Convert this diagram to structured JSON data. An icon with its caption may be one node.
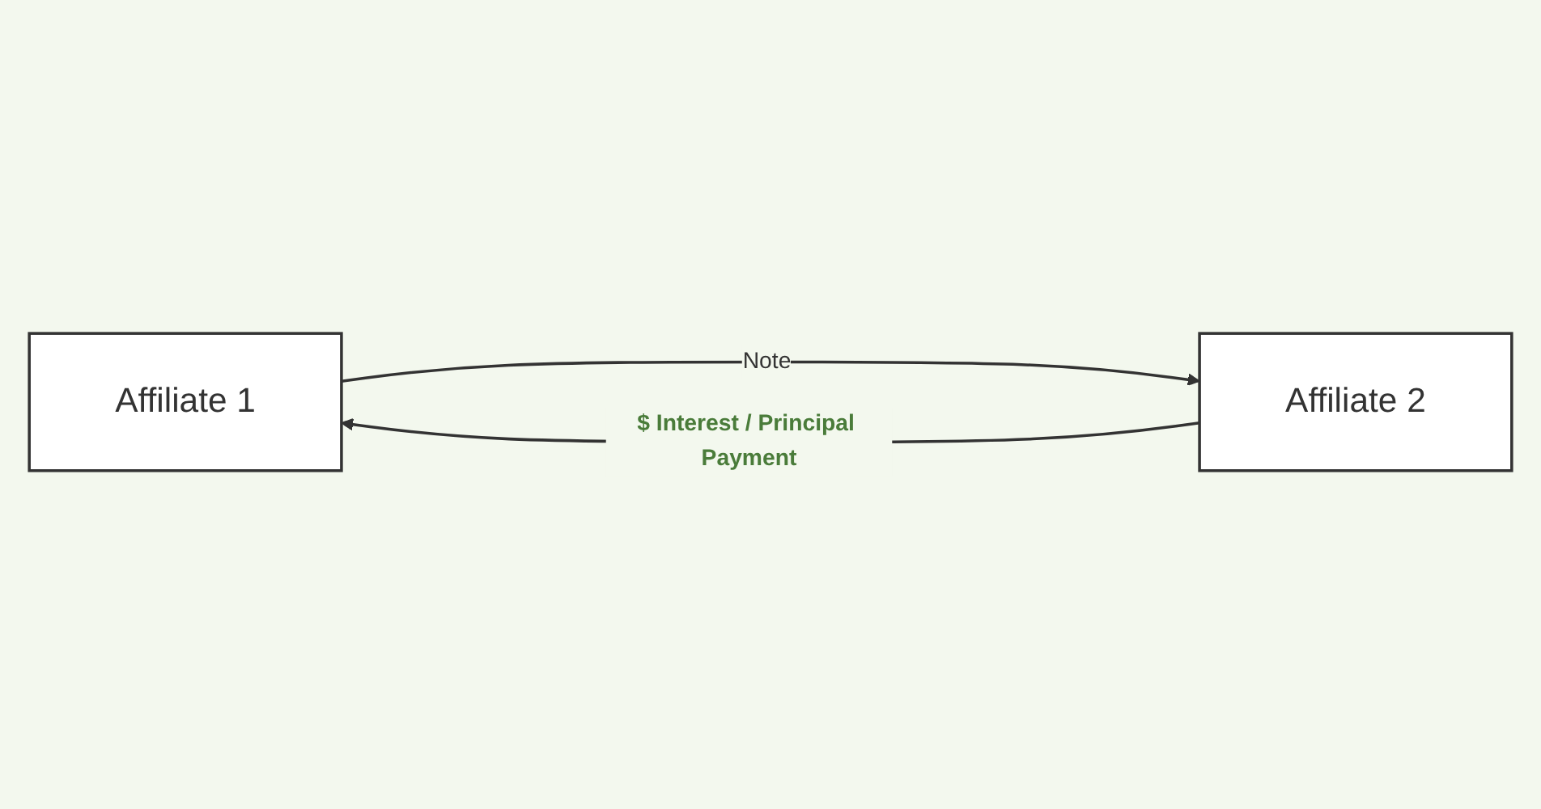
{
  "diagram": {
    "nodes": [
      {
        "text": [
          "Affiliate 1"
        ]
      },
      {
        "text": [
          "Affiliate 2"
        ]
      }
    ],
    "edges": [
      {
        "from": 1,
        "to": 0,
        "arrow": "to",
        "label": "$ Interest / Principal Payment"
      },
      {
        "from": 0,
        "to": 1,
        "arrow": "to",
        "label": "Note"
      }
    ]
  }
}
